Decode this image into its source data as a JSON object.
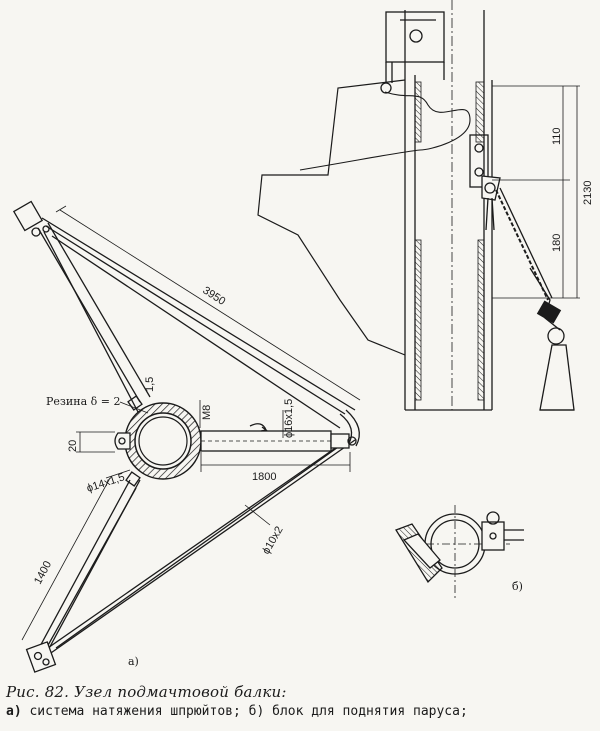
{
  "figure": {
    "part_a": {
      "label": "а)",
      "dims": {
        "d3950": "3950",
        "d1800": "1800",
        "d1400": "1400",
        "d20": "20",
        "dM8": "M8",
        "d15": "1,5",
        "d16x15": "ϕ16x1,5",
        "d14x15": "ϕ14x1,5",
        "d10x2": "ϕ10x2"
      },
      "rubber_note": "Резина δ = 2"
    },
    "part_b": {
      "label": "б)",
      "dims": {
        "d2130": "2130",
        "d110": "110",
        "d180": "180"
      }
    }
  },
  "caption": {
    "line1": "Рис. 82. Узел подмачтовой балки:",
    "line2_a": "а)",
    "line2_rest": "система натяжения шпрюйтов; б) блок для поднятия паруса;"
  }
}
